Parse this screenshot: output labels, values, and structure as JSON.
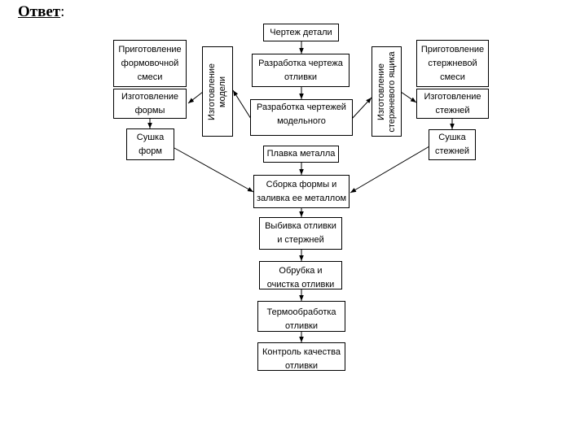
{
  "answer": {
    "word": "Ответ",
    "colon": ":"
  },
  "nodes": {
    "drawing": "Чертеж детали",
    "casting_drawing": "Разработка чертежа\nотливки",
    "pattern_drawings": "Разработка чертежей\nмодельного",
    "mold_mix": "Приготовление\nформовочной\nсмеси",
    "mold_make": "Изготовление\nформы",
    "mold_dry": "Сушка\nформ",
    "model_make": "Изготовление\nмодели",
    "corebox_make": "Изготовление\nстержневого ящика",
    "core_mix": "Приготовление\nстержневой\nсмеси",
    "core_make": "Изготовление\nстежней",
    "core_dry": "Сушка\nстежней",
    "melt": "Плавка металла",
    "assembly": "Сборка формы и\nзаливка ее металлом",
    "knockout": "Выбивка отливки\nи стержней",
    "trim": "Обрубка и\nочистка отливки",
    "heat": "Термообработка\nотливки",
    "qc": "Контроль качества\nотливки"
  }
}
